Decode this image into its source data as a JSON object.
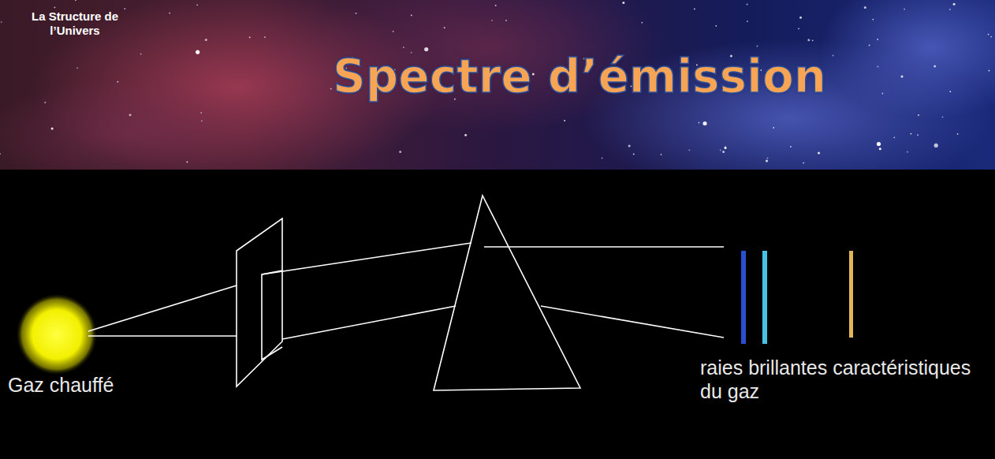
{
  "diagram": {
    "title": "Spectre d’émission",
    "labels": [
      "La Structure de l’Univers",
      "Gaz chauffé",
      "raies brillantes caractéristiques du gaz"
    ]
  }
}
